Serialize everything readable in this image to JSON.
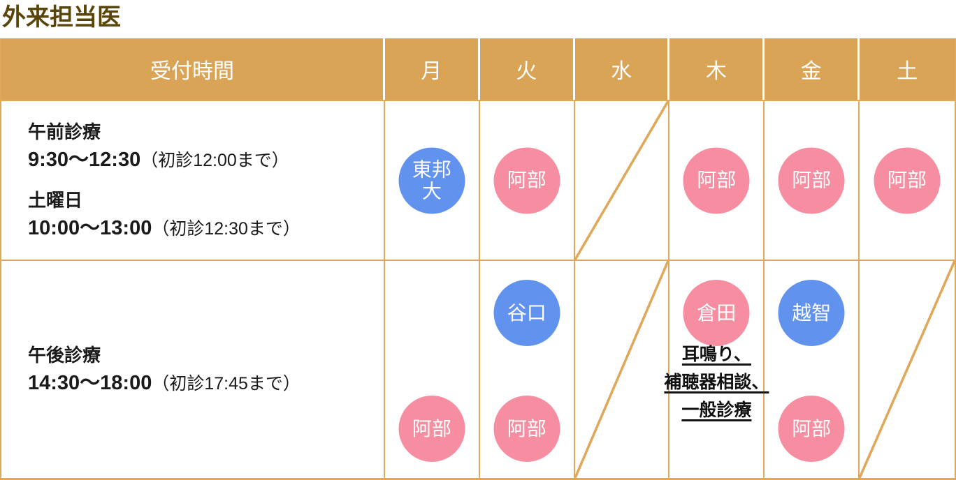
{
  "page": {
    "title": "外来担当医"
  },
  "colors": {
    "header_bg": "#d9a455",
    "border": "#dfa85a",
    "blue_circle": "#6193ee",
    "pink_circle": "#f78da0",
    "title_text": "#5a4508",
    "header_text": "#ffffff",
    "circle_text": "#ffffff",
    "body_text": "#1a1a1a"
  },
  "table": {
    "corner_header": "受付時間",
    "day_headers": [
      "月",
      "火",
      "水",
      "木",
      "金",
      "土"
    ],
    "day_keys": [
      "mon",
      "tue",
      "wed",
      "thu",
      "fri",
      "sat"
    ],
    "rows": [
      {
        "name": "morning",
        "label_groups": [
          {
            "heading": "午前診療",
            "time": "9:30〜12:30",
            "note": "（初診12:00まで）"
          },
          {
            "heading": "土曜日",
            "time": "10:00〜13:00",
            "note": "（初診12:30まで）"
          }
        ],
        "cells": [
          {
            "day": "月",
            "entries": [
              {
                "name": "東邦大",
                "lines": [
                  "東邦",
                  "大"
                ],
                "color": "blue",
                "position": "center"
              }
            ]
          },
          {
            "day": "火",
            "entries": [
              {
                "name": "阿部",
                "color": "pink",
                "position": "center"
              }
            ]
          },
          {
            "day": "水",
            "closed": true
          },
          {
            "day": "木",
            "entries": [
              {
                "name": "阿部",
                "color": "pink",
                "position": "center"
              }
            ]
          },
          {
            "day": "金",
            "entries": [
              {
                "name": "阿部",
                "color": "pink",
                "position": "center"
              }
            ]
          },
          {
            "day": "土",
            "entries": [
              {
                "name": "阿部",
                "color": "pink",
                "position": "center"
              }
            ]
          }
        ]
      },
      {
        "name": "afternoon",
        "label_groups": [
          {
            "heading": "午後診療",
            "time": "14:30〜18:00",
            "note": "（初診17:45まで）"
          }
        ],
        "cells": [
          {
            "day": "月",
            "entries": [
              {
                "name": "阿部",
                "color": "pink",
                "position": "bottom"
              }
            ]
          },
          {
            "day": "火",
            "entries": [
              {
                "name": "谷口",
                "color": "blue",
                "position": "top"
              },
              {
                "name": "阿部",
                "color": "pink",
                "position": "bottom"
              }
            ]
          },
          {
            "day": "水",
            "closed": true
          },
          {
            "day": "木",
            "entries": [
              {
                "name": "倉田",
                "color": "pink",
                "position": "top"
              }
            ],
            "note": {
              "lines": [
                "耳鳴り、",
                "補聴器相談、",
                "一般診療"
              ]
            }
          },
          {
            "day": "金",
            "entries": [
              {
                "name": "越智",
                "color": "blue",
                "position": "top"
              },
              {
                "name": "阿部",
                "color": "pink",
                "position": "bottom"
              }
            ]
          },
          {
            "day": "土",
            "closed": true
          }
        ]
      }
    ]
  }
}
